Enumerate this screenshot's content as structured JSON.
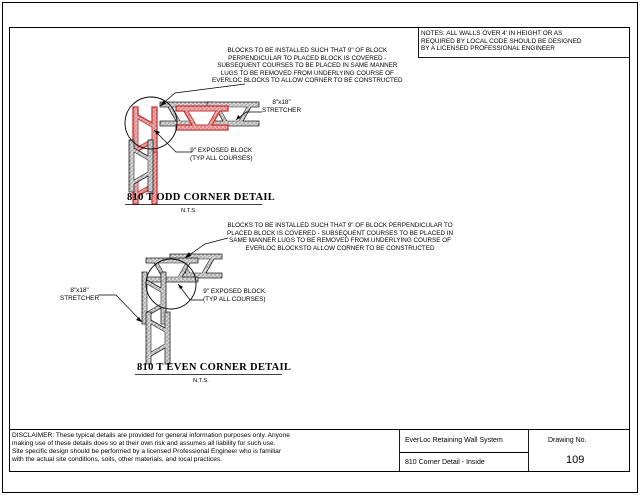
{
  "notes": "NOTES: ALL WALLS OVER 4' IN HEIGHT OR AS\nREQUIRED BY LOCAL CODE SHOULD BE DESIGNED\nBY A LICENSED PROFESSIONAL ENGINEER",
  "odd_detail": {
    "callout": "BLOCKS TO BE INSTALLED SUCH THAT 9\" OF BLOCK\nPERPENDICULAR TO PLACED BLOCK IS COVERED -\nSUBSEQUENT COURSES TO BE PLACED IN SAME MANNER\nLUGS TO BE REMOVED FROM UNDERLYING COURSE OF\nEVERLOC BLOCKS TO ALLOW CORNER TO BE CONSTRUCTED",
    "stretcher_label": "8\"x18\"\nSTRETCHER",
    "exposed_label": "9\" EXPOSED BLOCK\n(TYP ALL COURSES)",
    "title": "810 T ODD CORNER DETAIL",
    "scale": "N.T.S."
  },
  "even_detail": {
    "callout": "BLOCKS TO BE INSTALLED SUCH THAT 9\" OF BLOCK PERPENDICULAR TO\nPLACED BLOCK IS COVERED - SUBSEQUENT COURSES TO BE PLACED IN\nSAME MANNER LUGS TO BE REMOVED FROM UNDERLYING COURSE OF\nEVERLOC BLOCKSTO ALLOW CORNER TO BE CONSTRUCTED",
    "stretcher_label": "8\"x18\"\nSTRETCHER",
    "exposed_label": "9\" EXPOSED BLOCK\n(TYP ALL COURSES)",
    "title": "810 T EVEN CORNER DETAIL",
    "scale": "N.T.S."
  },
  "disclaimer": "DISCLAIMER: These typical details are provided for general information purposes only. Anyone\nmaking use of these details does so at their own risk and assumes all liability for such use.\nSite specific design should be performed by a licensed Professional Engineer who is familiar\nwith the actual site conditions, soils, other materials, and local practices.",
  "title_block": {
    "system": "EverLoc Retaining Wall System",
    "sheet_title": "810 Corner Detail - Inside",
    "drawing_no_label": "Drawing No.",
    "drawing_no": "109"
  },
  "colors": {
    "line": "#000000",
    "block_red": "#e04848",
    "block_gray": "#9a9a9a"
  }
}
